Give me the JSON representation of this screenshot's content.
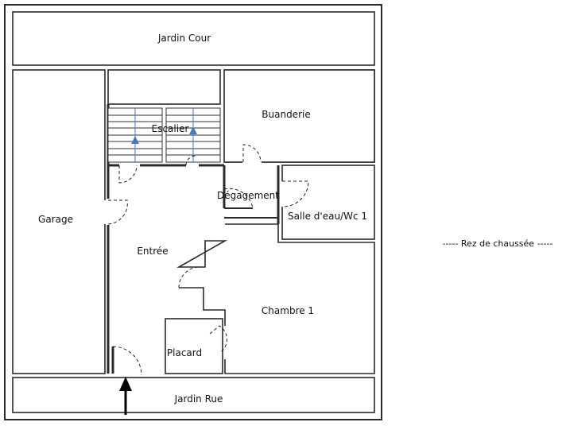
{
  "plan": {
    "legend": "----- Rez de chaussée -----",
    "rooms": {
      "jardin_cour": "Jardin Cour",
      "garage": "Garage",
      "escalier": "Escalier",
      "buanderie": "Buanderie",
      "degagement": "Dégagement",
      "salle_eau": "Salle d'eau/Wc 1",
      "entree": "Entrée",
      "chambre": "Chambre 1",
      "placard": "Placard",
      "jardin_rue": "Jardin Rue"
    }
  },
  "colors": {
    "wall": "#2b2b2b",
    "stair_arrow": "#4a78c8",
    "background": "#ffffff"
  }
}
